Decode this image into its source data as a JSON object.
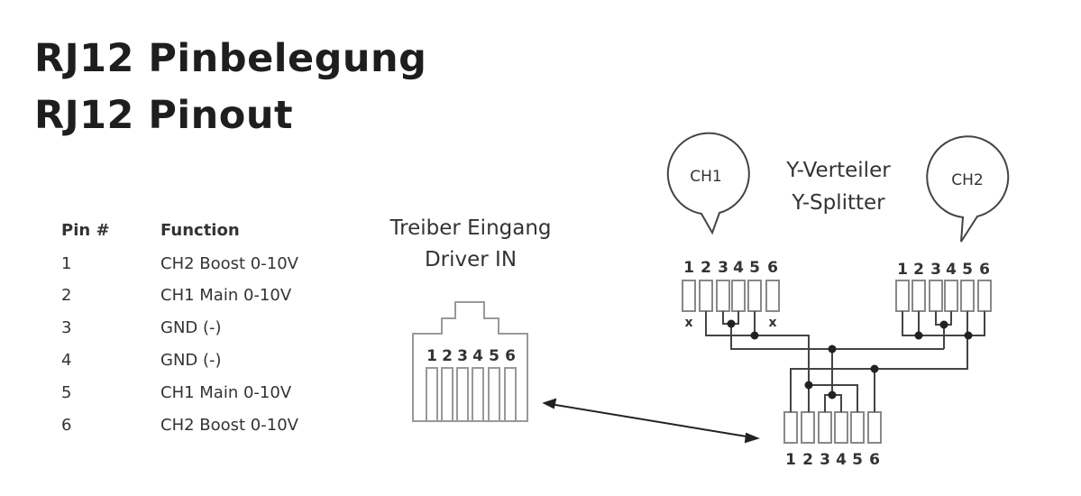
{
  "title": {
    "line1": "RJ12 Pinbelegung",
    "line2": "RJ12 Pinout"
  },
  "table": {
    "headers": {
      "pin": "Pin #",
      "function": "Function"
    },
    "rows": [
      {
        "pin": "1",
        "function": "CH2 Boost 0-10V"
      },
      {
        "pin": "2",
        "function": "CH1 Main 0-10V"
      },
      {
        "pin": "3",
        "function": "GND (-)"
      },
      {
        "pin": "4",
        "function": "GND (-)"
      },
      {
        "pin": "5",
        "function": "CH1 Main 0-10V"
      },
      {
        "pin": "6",
        "function": "CH2 Boost 0-10V"
      }
    ]
  },
  "driver": {
    "label_de": "Treiber Eingang",
    "label_en": "Driver IN",
    "pins": [
      "1",
      "2",
      "3",
      "4",
      "5",
      "6"
    ]
  },
  "splitter": {
    "label_de": "Y-Verteiler",
    "label_en": "Y-Splitter",
    "ch1": "CH1",
    "ch2": "CH2",
    "pins": [
      "1",
      "2",
      "3",
      "4",
      "5",
      "6"
    ],
    "unused_mark": "x"
  }
}
